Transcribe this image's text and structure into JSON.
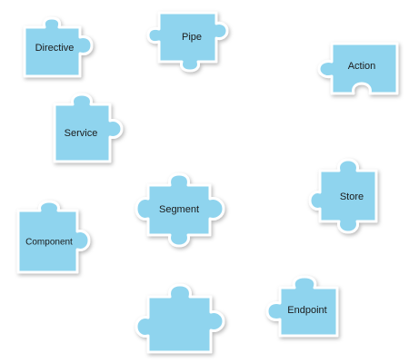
{
  "colors": {
    "piece_fill": "#8fd4ee",
    "piece_outline": "#ffffff",
    "label": "#1a1a1a",
    "background": "#ffffff"
  },
  "pieces": [
    {
      "id": "directive",
      "label": "Directive"
    },
    {
      "id": "pipe",
      "label": "Pipe"
    },
    {
      "id": "action",
      "label": "Action"
    },
    {
      "id": "service",
      "label": "Service"
    },
    {
      "id": "segment",
      "label": "Segment"
    },
    {
      "id": "store",
      "label": "Store"
    },
    {
      "id": "component",
      "label": "Component"
    },
    {
      "id": "endpoint",
      "label": "Endpoint"
    },
    {
      "id": "unlabeled",
      "label": ""
    }
  ]
}
